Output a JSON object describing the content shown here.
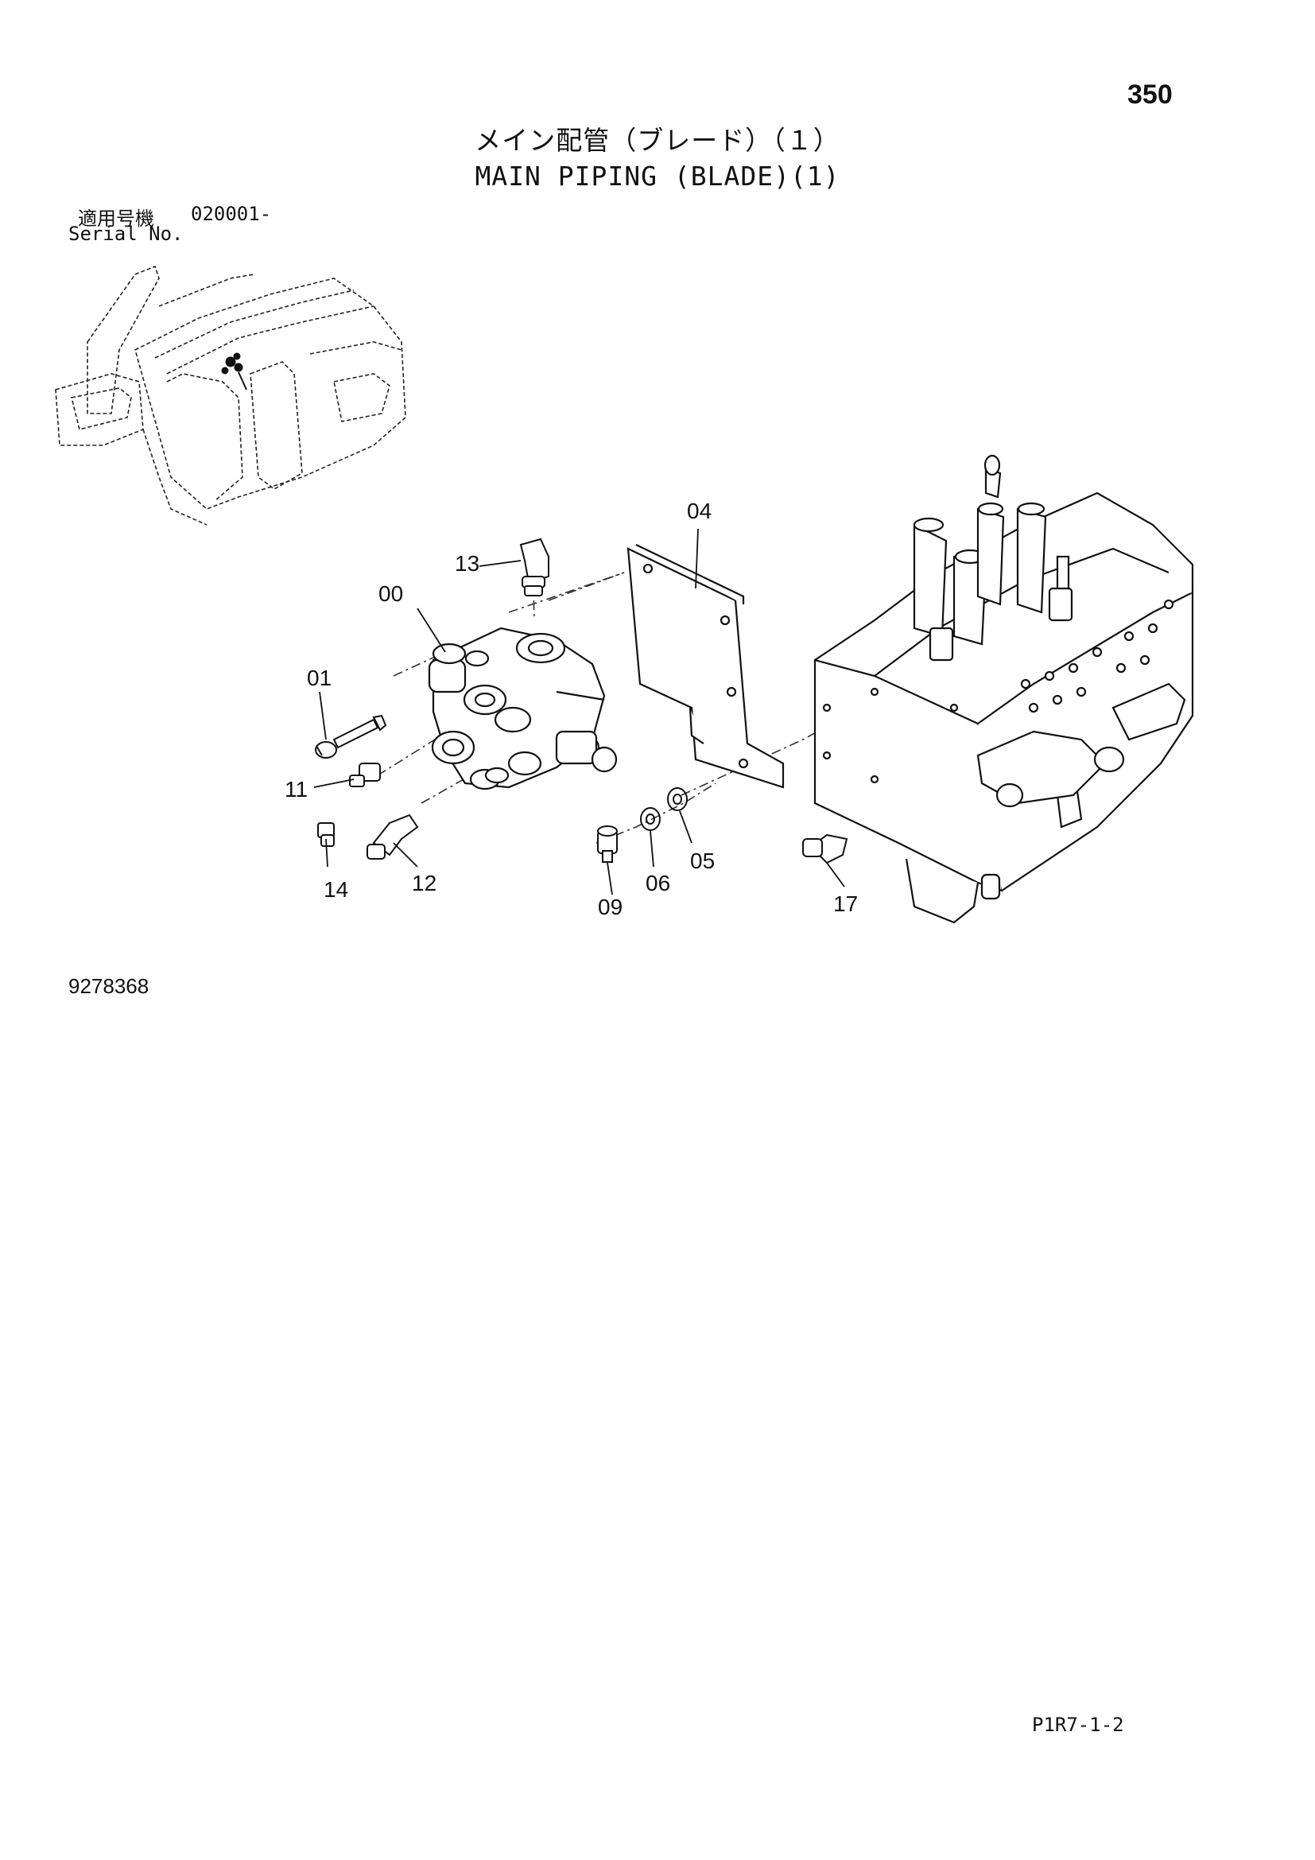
{
  "header": {
    "page_number": "350",
    "title_jp": "メイン配管（ブレード）（１）",
    "title_en": "MAIN PIPING (BLADE)(1)",
    "serial_label_jp": "適用号機",
    "serial_value": "020001-",
    "serial_label_en": "Serial No."
  },
  "diagram": {
    "callouts": [
      "00",
      "01",
      "04",
      "05",
      "06",
      "09",
      "11",
      "12",
      "13",
      "14",
      "17"
    ]
  },
  "footer": {
    "drawing_number": "9278368",
    "page_code": "P1R7-1-2"
  }
}
